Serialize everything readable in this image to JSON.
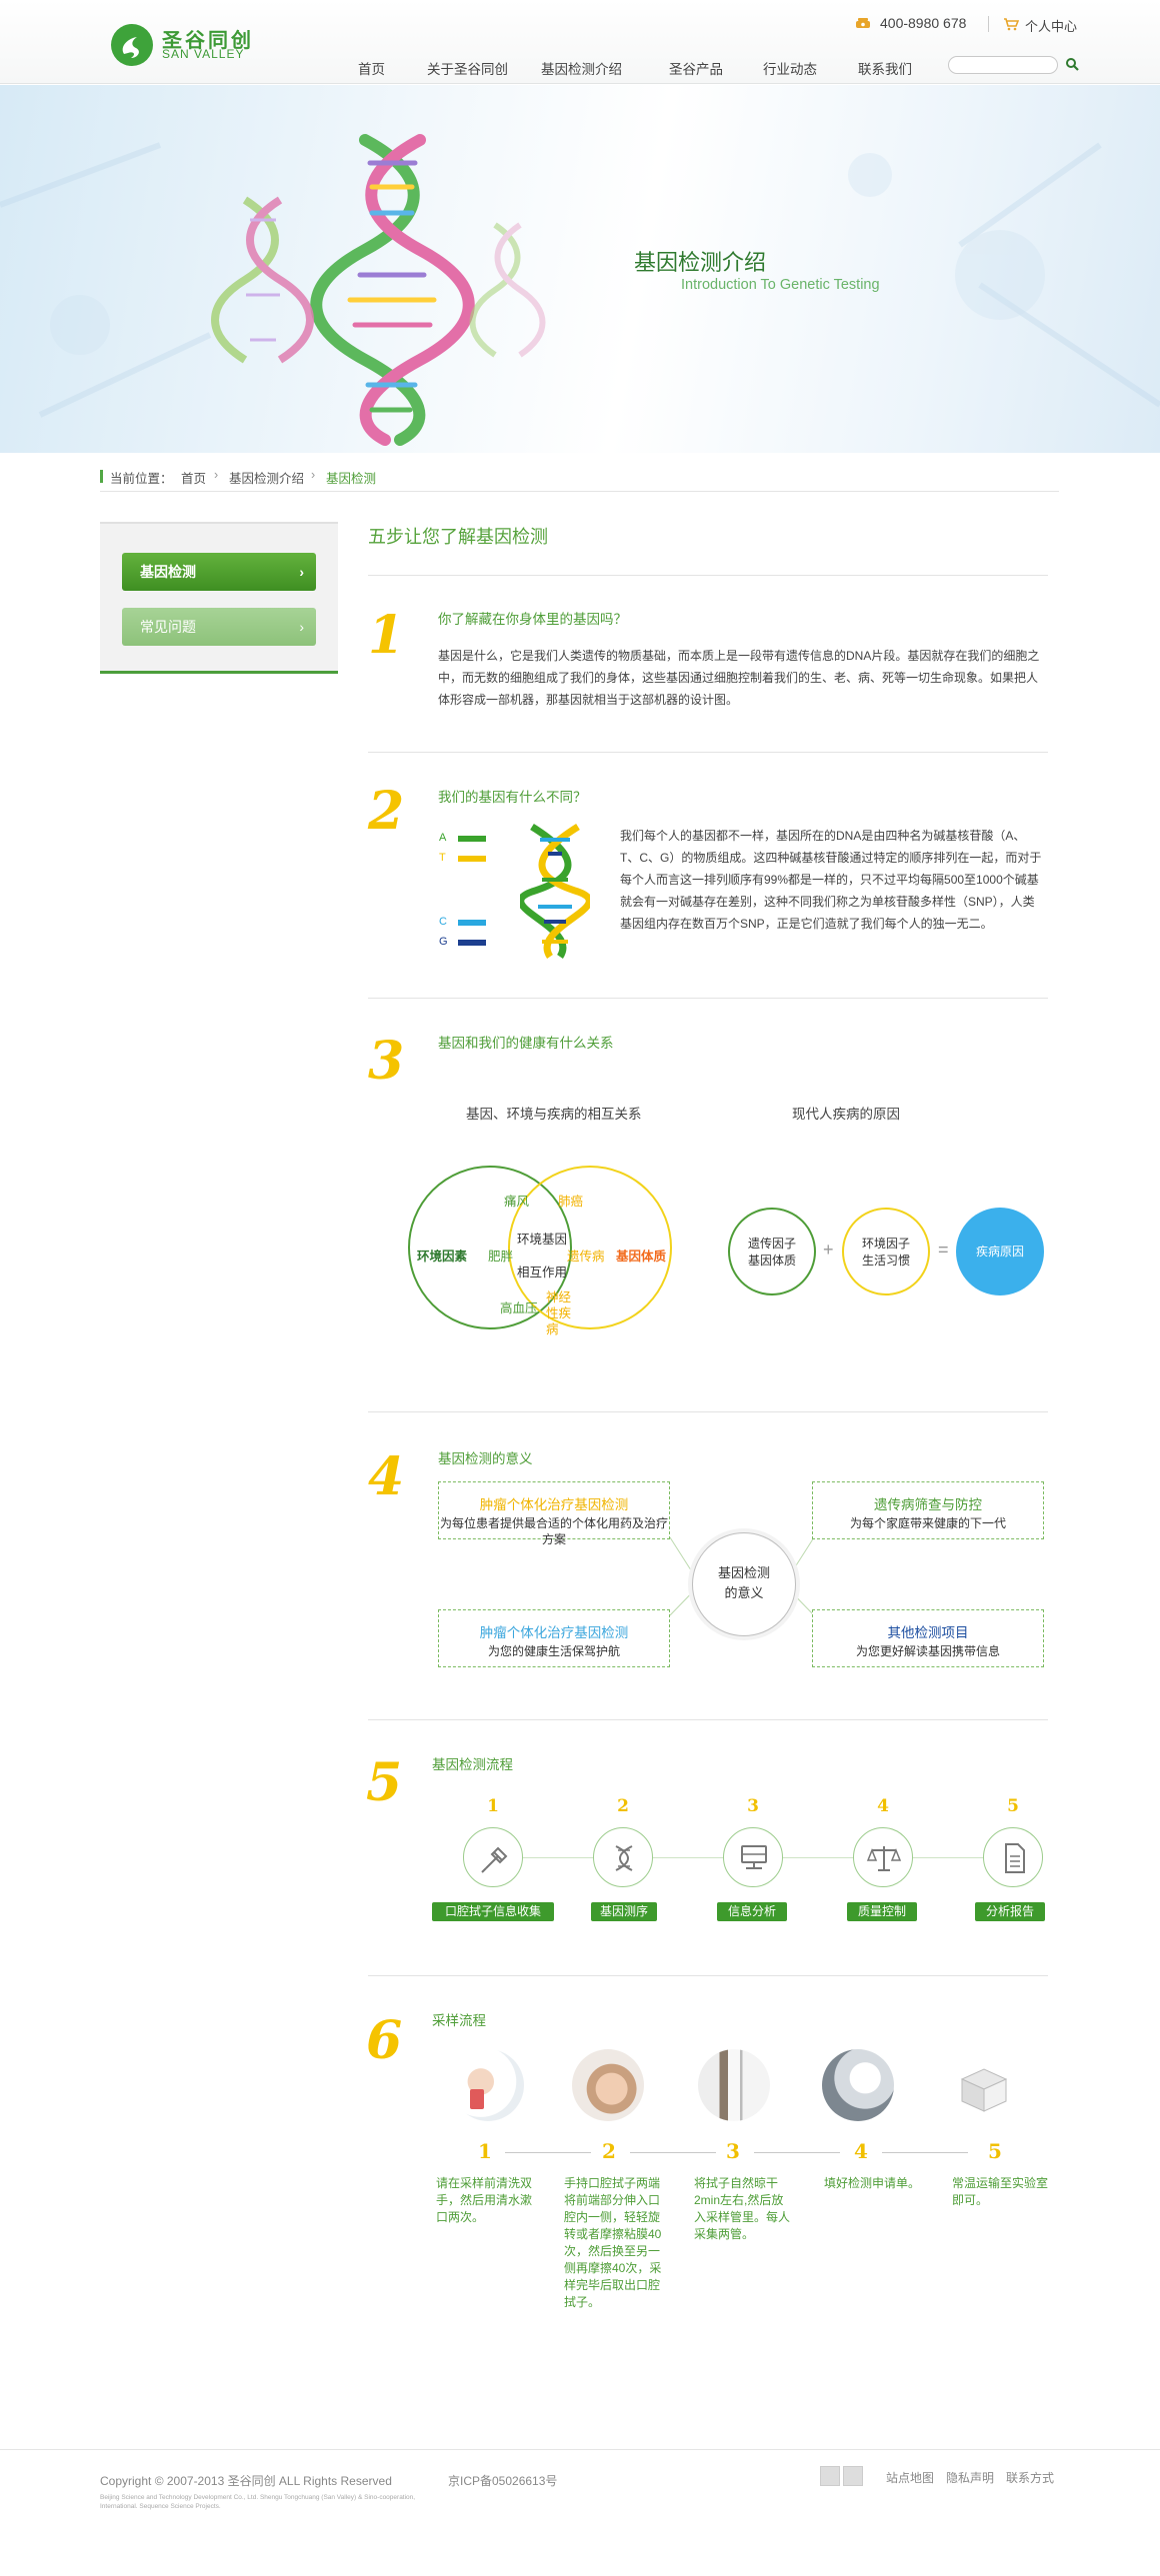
{
  "header": {
    "logo_cn": "圣谷同创",
    "logo_en": "SAN VALLEY",
    "phone": "400-8980 678",
    "user_center": "个人中心",
    "nav": [
      "首页",
      "关于圣谷同创",
      "基因检测介绍",
      "圣谷产品",
      "行业动态",
      "联系我们"
    ],
    "search_placeholder": ""
  },
  "banner": {
    "title": "基因检测介绍",
    "subtitle": "Introduction To Genetic Testing"
  },
  "breadcrumb": {
    "prefix": "当前位置：",
    "items": [
      "首页",
      "基因检测介绍",
      "基因检测"
    ],
    "separator": "›"
  },
  "sidebar": {
    "items": [
      {
        "label": "基因检测",
        "chevron": "›"
      },
      {
        "label": "常见问题",
        "chevron": "›"
      }
    ]
  },
  "main": {
    "title": "五步让您了解基因检测",
    "steps": [
      {
        "num": "1",
        "title": "你了解藏在你身体里的基因吗？",
        "text": "基因是什么，它是我们人类遗传的物质基础，而本质上是一段带有遗传信息的DNA片段。基因就存在我们的细胞之中，而无数的细胞组成了我们的身体，这些基因通过细胞控制着我们的生、老、病、死等一切生命现象。如果把人体形容成一部机器，那基因就相当于这部机器的设计图。"
      },
      {
        "num": "2",
        "title": "我们的基因有什么不同？",
        "text": "我们每个人的基因都不一样，基因所在的DNA是由四种名为碱基核苷酸（A、T、C、G）的物质组成。这四种碱基核苷酸通过特定的顺序排列在一起，而对于每个人而言这一排列顺序有99%都是一样的，只不过平均每隔500至1000个碱基就会有一对碱基存在差别，这种不同我们称之为单核苷酸多样性（SNP），人类基因组内存在数百万个SNP，正是它们造就了我们每个人的独一无二。",
        "legend": [
          {
            "letter": "A",
            "color": "#3aa32c"
          },
          {
            "letter": "T",
            "color": "#f4c400"
          },
          {
            "letter": "C",
            "color": "#2aa8e0"
          },
          {
            "letter": "G",
            "color": "#1d3f8f"
          }
        ]
      },
      {
        "num": "3",
        "title": "基因和我们的健康有什么关系",
        "venn_title": "基因、环境与疾病的相互关系",
        "venn": {
          "left": "环境因素",
          "center_1": "环境基因",
          "center_2": "相互作用",
          "right": "基因体质",
          "top_left": "痛风",
          "top_right": "肺癌",
          "mid_left": "肥胖",
          "mid_right": "遗传病",
          "bottom_left": "高血压",
          "bottom_right": "神经性疾病"
        },
        "cause_title": "现代人疾病的原因",
        "cause": {
          "a1": "遗传因子",
          "a2": "基因体质",
          "plus": "+",
          "b1": "环境因子",
          "b2": "生活习惯",
          "equals": "=",
          "c": "疾病原因"
        }
      },
      {
        "num": "4",
        "title": "基因检测的意义",
        "center_1": "基因检测",
        "center_2": "的意义",
        "boxes": [
          {
            "title": "肿瘤个体化治疗基因检测",
            "desc": "为每位患者提供最合适的个体化用药及治疗方案",
            "color": "#f0b400"
          },
          {
            "title": "遗传病筛查与防控",
            "desc": "为每个家庭带来健康的下一代",
            "color": "#4e9d37"
          },
          {
            "title": "肿瘤个体化治疗基因检测",
            "desc": "为您的健康生活保驾护航",
            "color": "#3ba6dd"
          },
          {
            "title": "其他检测项目",
            "desc": "为您更好解读基因携带信息",
            "color": "#1c4ea0"
          }
        ]
      },
      {
        "num": "5",
        "title": "基因检测流程",
        "flow": [
          {
            "n": "1",
            "label": "口腔拭子信息收集",
            "icon": "dropper-icon"
          },
          {
            "n": "2",
            "label": "基因测序",
            "icon": "dna-icon"
          },
          {
            "n": "3",
            "label": "信息分析",
            "icon": "server-icon"
          },
          {
            "n": "4",
            "label": "质量控制",
            "icon": "scale-icon"
          },
          {
            "n": "5",
            "label": "分析报告",
            "icon": "document-icon"
          }
        ]
      },
      {
        "num": "6",
        "title": "采样流程",
        "samples": [
          {
            "n": "1",
            "text": "请在采样前清洗双手，然后用清水漱口两次。"
          },
          {
            "n": "2",
            "text": "手持口腔拭子两端将前端部分伸入口腔内一侧，轻轻旋转或者摩擦粘膜40次，然后换至另一侧再摩擦40次，采样完毕后取出口腔拭子。"
          },
          {
            "n": "3",
            "text": "将拭子自然晾干2min左右,然后放入采样管里。每人采集两管。"
          },
          {
            "n": "4",
            "text": "填好检测申请单。"
          },
          {
            "n": "5",
            "text": "常温运输至实验室即可。"
          }
        ]
      }
    ]
  },
  "footer": {
    "copyright": "Copyright © 2007-2013 圣谷同创 ALL Rights Reserved",
    "icp": "京ICP备05026613号",
    "small": "Beijing Science and Technology Development Co., Ltd. Shengu Tongchuang (San Valley) & Sino-cooperation, International. Sequence Science Projects.",
    "links": [
      "站点地图",
      "隐私声明",
      "联系方式"
    ]
  },
  "colors": {
    "brand_green": "#4e9d37",
    "accent_yellow": "#f5c300",
    "sky_blue": "#3bb0ec"
  }
}
